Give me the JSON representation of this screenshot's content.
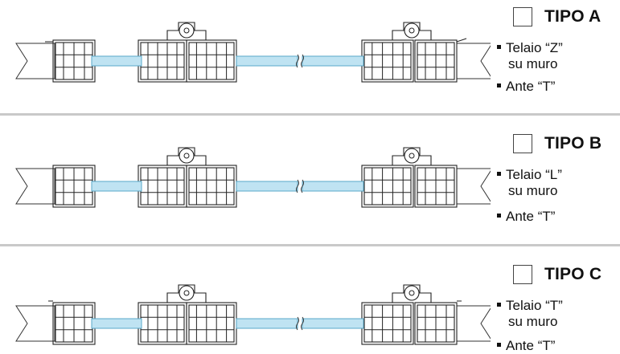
{
  "rows": [
    {
      "checkbox_label": "",
      "title": "TIPO A",
      "bullets": [
        {
          "line1": "Telaio “Z”",
          "line2": "su muro"
        },
        {
          "line1": "Ante “T”",
          "line2": ""
        }
      ]
    },
    {
      "checkbox_label": "",
      "title": "TIPO B",
      "bullets": [
        {
          "line1": "Telaio “L”",
          "line2": "su muro"
        },
        {
          "line1": "Ante “T”",
          "line2": ""
        }
      ]
    },
    {
      "checkbox_label": "",
      "title": "TIPO C",
      "bullets": [
        {
          "line1": "Telaio “T”",
          "line2": "su muro"
        },
        {
          "line1": "Ante “T”",
          "line2": ""
        }
      ]
    }
  ],
  "colors": {
    "glass": "#bfe3f2",
    "glass_edge": "#5aa9c9",
    "profile_stroke": "#222222",
    "separator": "#c9c9c9"
  }
}
